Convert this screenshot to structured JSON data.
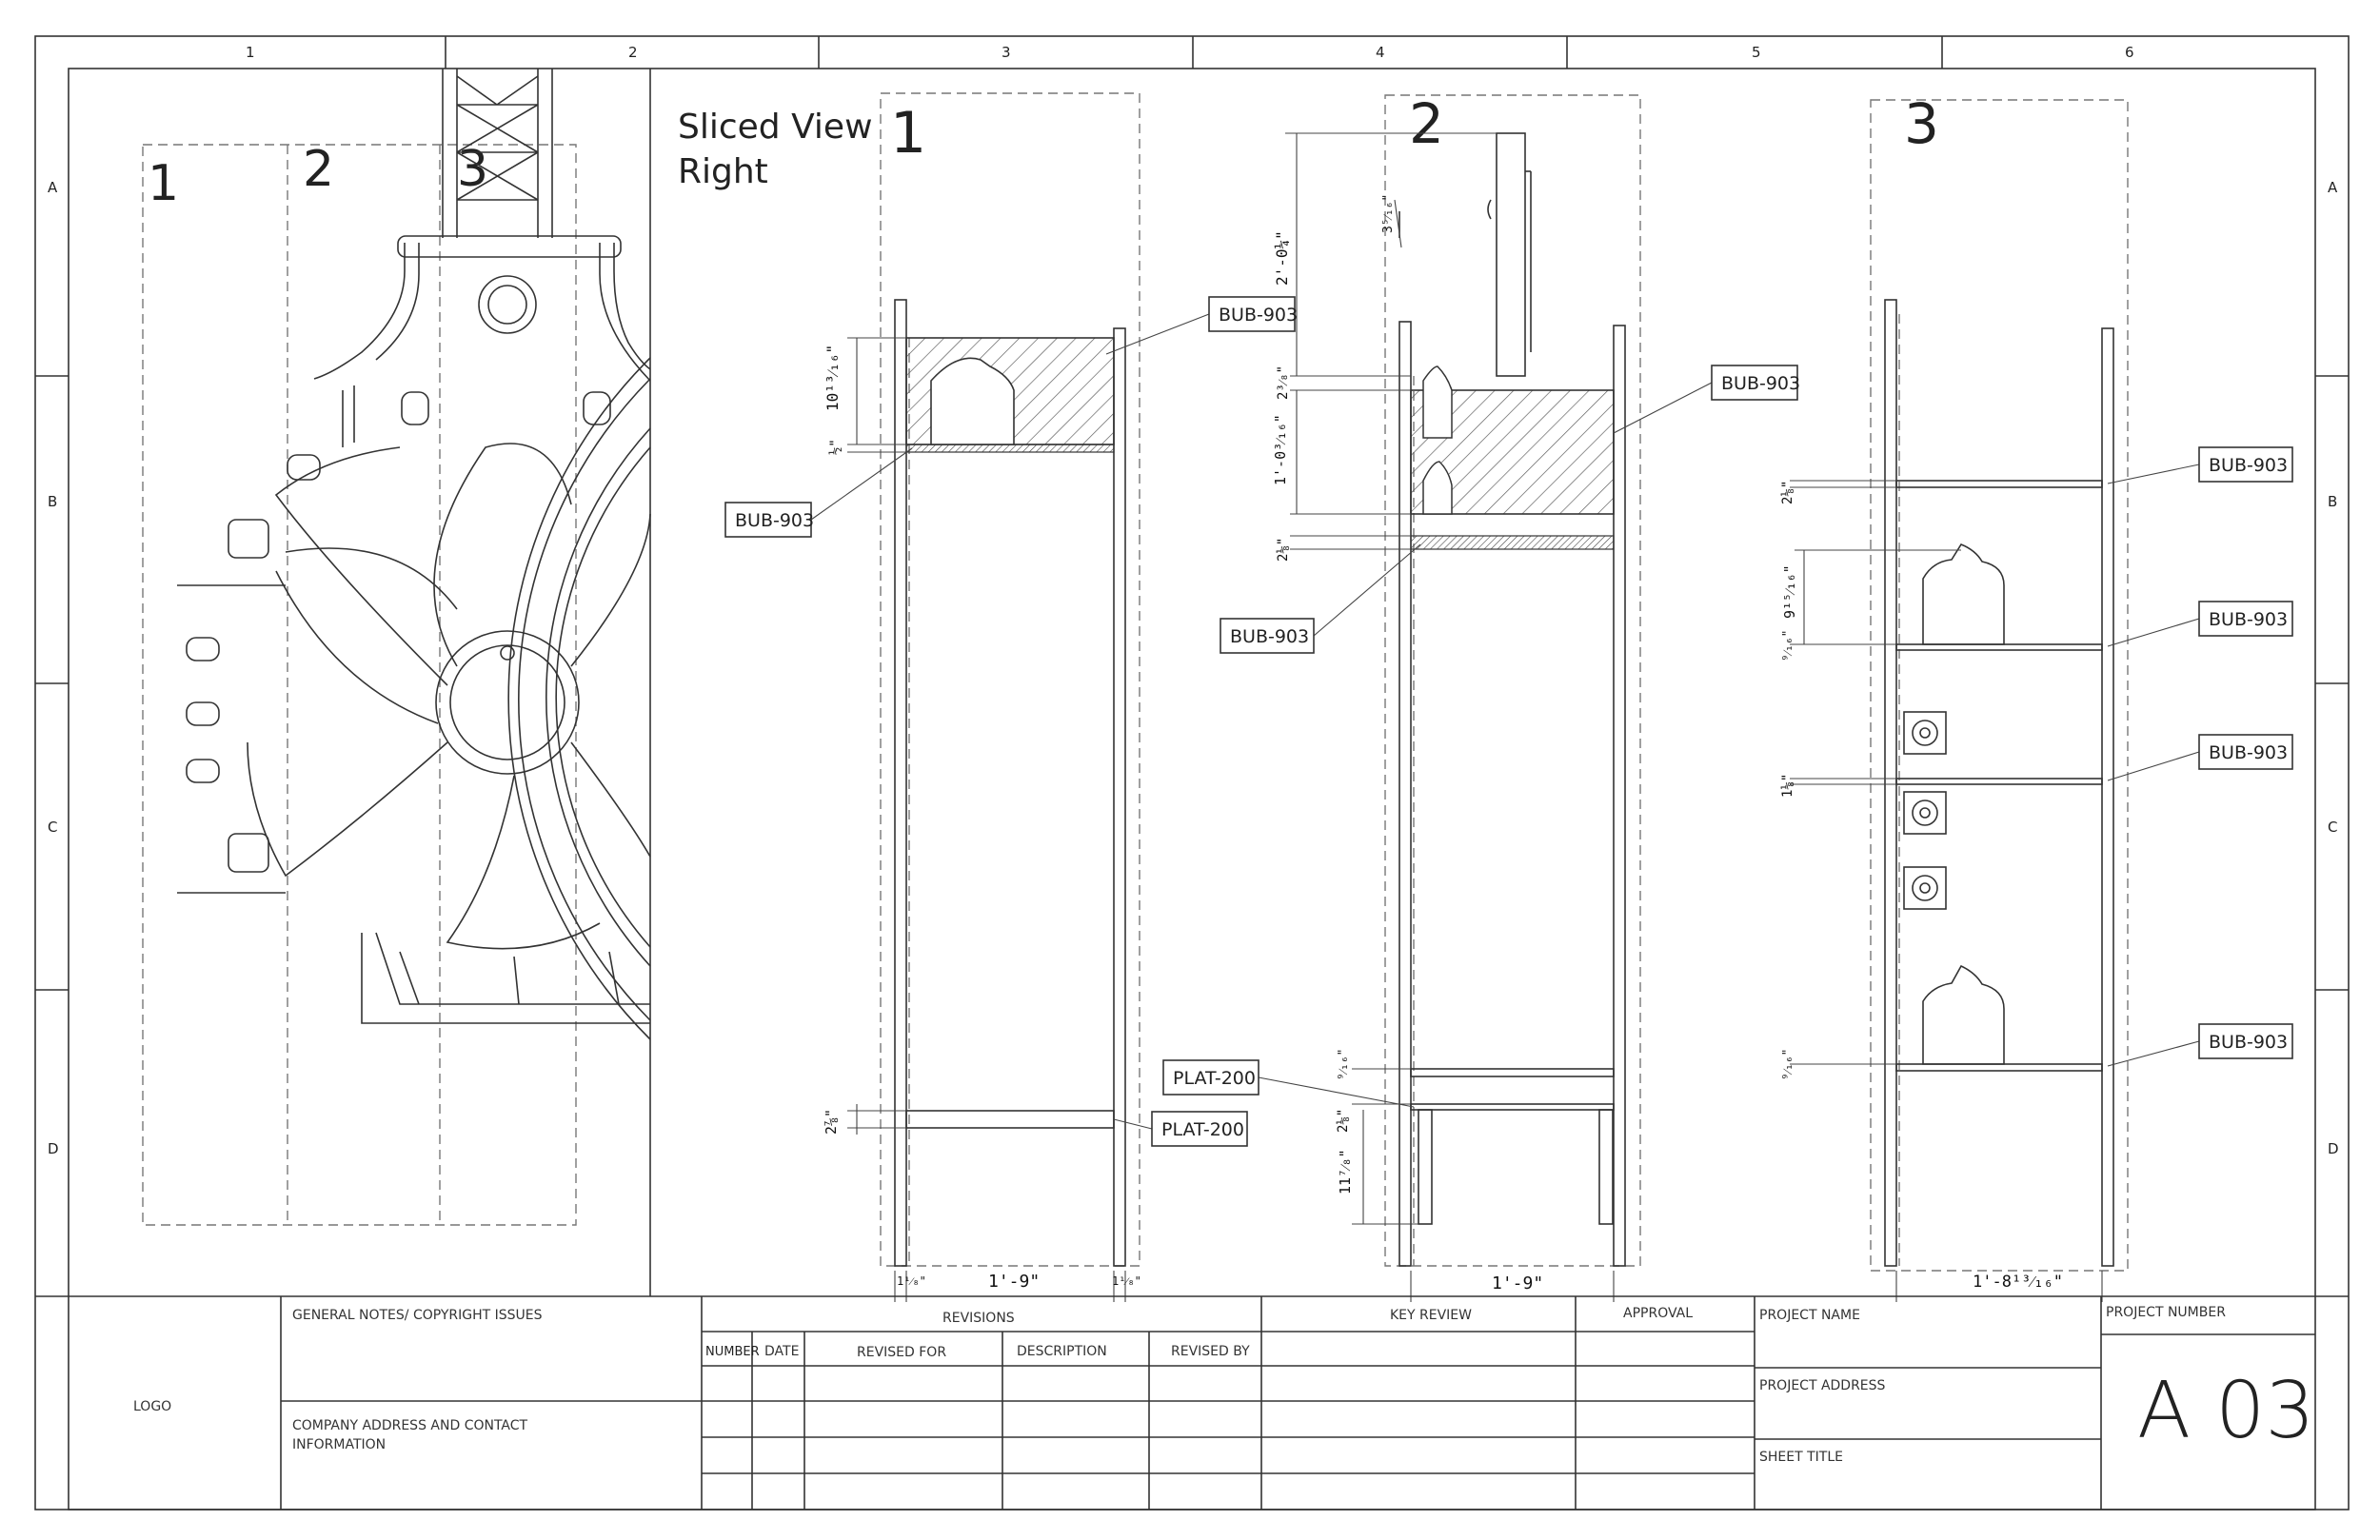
{
  "sheet": {
    "column_labels": [
      "1",
      "2",
      "3",
      "4",
      "5",
      "6"
    ],
    "row_labels": [
      "A",
      "B",
      "C",
      "D"
    ]
  },
  "view": {
    "title_line1": "Sliced View",
    "title_line2": "Right",
    "overview_numbers": [
      "1",
      "2",
      "3"
    ],
    "slice_numbers": [
      "1",
      "2",
      "3"
    ]
  },
  "tags": [
    "BUB-903",
    "BUB-903",
    "BUB-903",
    "BUB-903",
    "PLAT-200",
    "PLAT-200",
    "BUB-903",
    "BUB-903",
    "BUB-903",
    "BUB-903"
  ],
  "dimensions": {
    "slice1": [
      "10¹³⁄₁₆\"",
      "½\"",
      "2⅞\"",
      "1¹⁄₈\"",
      "1'-9\"",
      "1¹⁄₈\""
    ],
    "slice2": [
      "2'-0¼\"",
      "3⁵⁄₁₆\"",
      "2³⁄₈\"",
      "1'-0³⁄₁₆\"",
      "2⅛\"",
      "⁹⁄₁₆\"",
      "2⅛\"",
      "11⁷⁄₈\"",
      "1'-9\""
    ],
    "slice3": [
      "2⅛\"",
      "9¹⁵⁄₁₆\"",
      "⁹⁄₁₆\"",
      "1⅛\"",
      "⁹⁄₁₆\"",
      "1'-8¹³⁄₁₆\""
    ]
  },
  "title_block": {
    "logo": "LOGO",
    "general_notes": "GENERAL NOTES/ COPYRIGHT ISSUES",
    "company_line1": "COMPANY ADDRESS AND CONTACT",
    "company_line2": "INFORMATION",
    "revisions": "REVISIONS",
    "rev_number": "NUMBER",
    "rev_date": "DATE",
    "rev_for": "REVISED FOR",
    "rev_description": "DESCRIPTION",
    "rev_by": "REVISED BY",
    "key_review": "KEY REVIEW",
    "approval": "APPROVAL",
    "project_name": "PROJECT NAME",
    "project_address": "PROJECT ADDRESS",
    "sheet_title": "SHEET TITLE",
    "project_number": "PROJECT NUMBER",
    "sheet_number": "A 03"
  },
  "colors": {
    "linework": "#333333",
    "hatch": "#555555",
    "paper": "#ffffff"
  }
}
